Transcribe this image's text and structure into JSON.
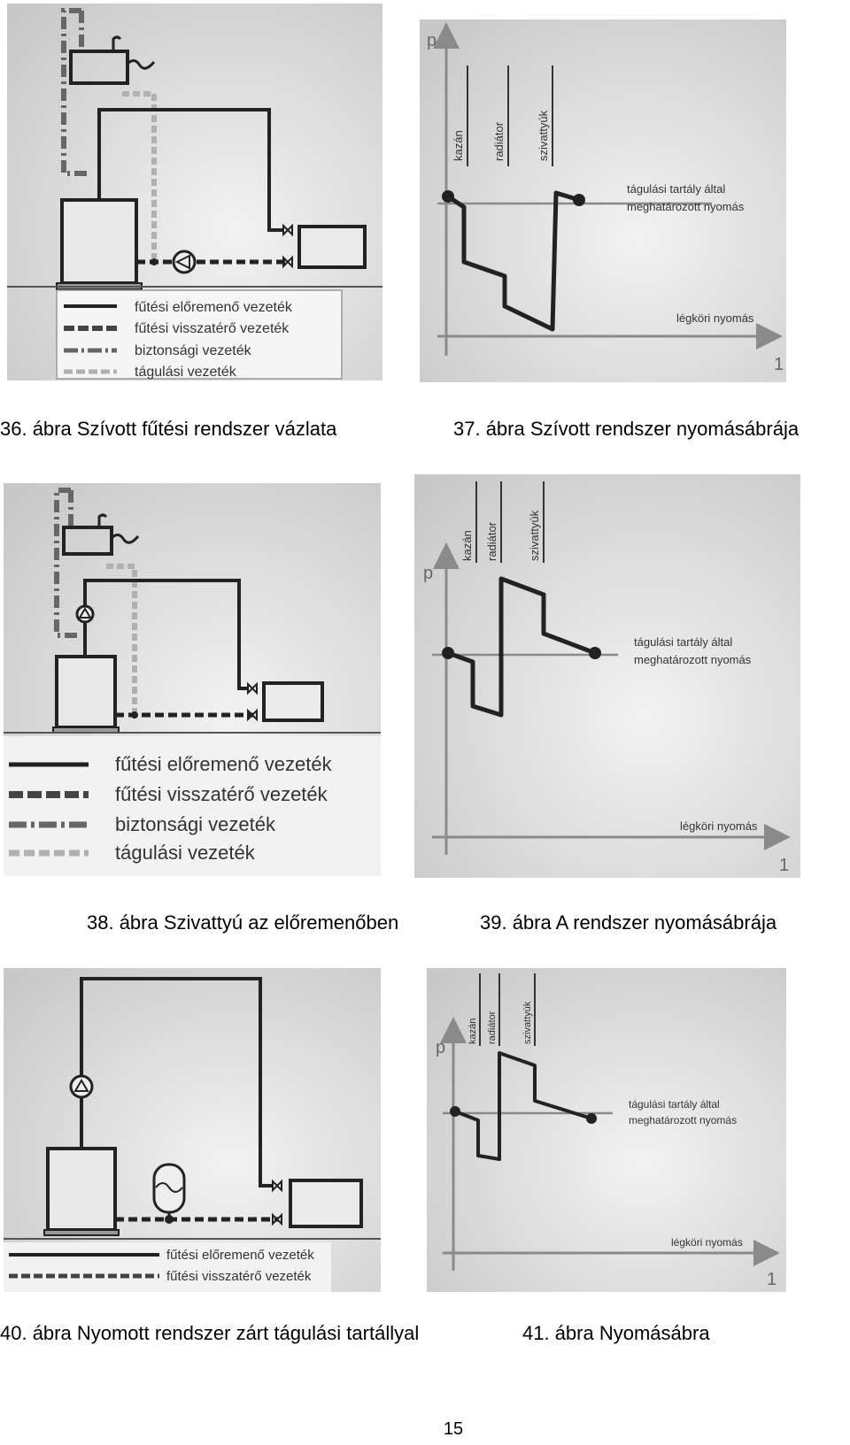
{
  "legend": {
    "forward": "fűtési előremenő vezeték",
    "return": "fűtési visszatérő vezeték",
    "safety": "biztonsági vezeték",
    "expansion": "tágulási vezeték"
  },
  "pressure": {
    "p_axis": "p",
    "x_axis_end": "1",
    "boiler": "kazán",
    "radiator": "radiátor",
    "pumps": "szivattyúk",
    "tank_line_1": "tágulási tartály által",
    "tank_line_2": "meghatározott nyomás",
    "atmospheric": "légköri nyomás"
  },
  "captions": {
    "fig36": "36. ábra Szívott fűtési rendszer vázlata",
    "fig37": "37. ábra  Szívott rendszer nyomásábrája",
    "fig38": "38. ábra  Szivattyú az előremenőben",
    "fig39": "39. ábra A rendszer nyomásábrája",
    "fig40": "40. ábra  Nyomott rendszer zárt tágulási tartállyal",
    "fig41": "41. ábra Nyomásábra"
  },
  "page_number": "15",
  "colors": {
    "panel_bg": "#d2d2d2",
    "line": "#222222",
    "expansion_line": "#b0b0b0",
    "axis": "#8a8a8a"
  }
}
